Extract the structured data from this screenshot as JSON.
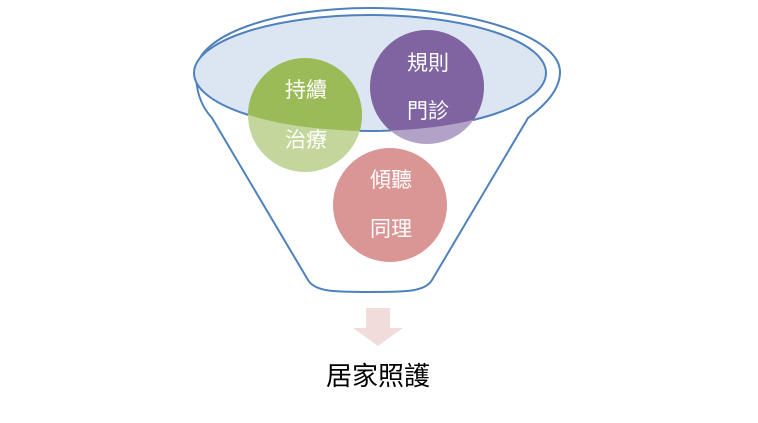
{
  "funnel": {
    "items": [
      {
        "line1": "持續",
        "line2": "治療",
        "color": "#9bbb59",
        "light_color": "#c3d69b"
      },
      {
        "line1": "規則",
        "line2": "門診",
        "color": "#8064a2",
        "light_color": "#b3a2c7"
      },
      {
        "line1": "傾聽",
        "line2": "同理",
        "color": "#da9694",
        "light_color": "#da9694"
      }
    ],
    "outline_color": "#4f81bd",
    "rim_fill": "#dce6f2"
  },
  "arrow": {
    "color": "#f2dcdb"
  },
  "result": {
    "label": "居家照護"
  }
}
